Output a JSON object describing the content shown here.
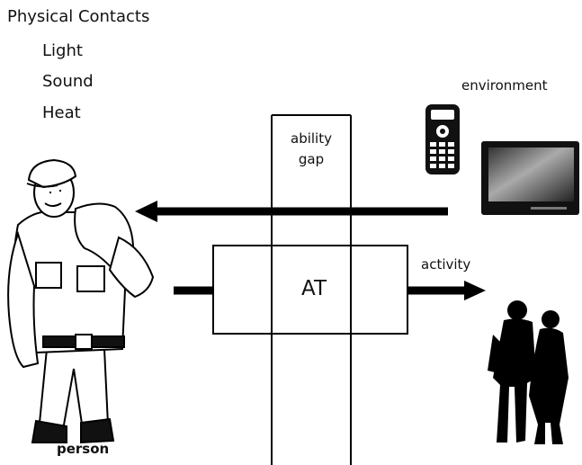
{
  "list": {
    "title": "Physical Contacts",
    "items": [
      "Light",
      "Sound",
      "Heat"
    ]
  },
  "labels": {
    "environment": "environment",
    "ability_gap": [
      "ability",
      "gap"
    ],
    "at": "AT",
    "activity": "activity",
    "person": "person"
  },
  "icons": {
    "person": "man-figure-icon",
    "remote": "remote-control-icon",
    "tv": "television-icon",
    "couple": "walking-couple-silhouette-icon"
  },
  "colors": {
    "stroke": "#000000",
    "background": "#ffffff"
  }
}
